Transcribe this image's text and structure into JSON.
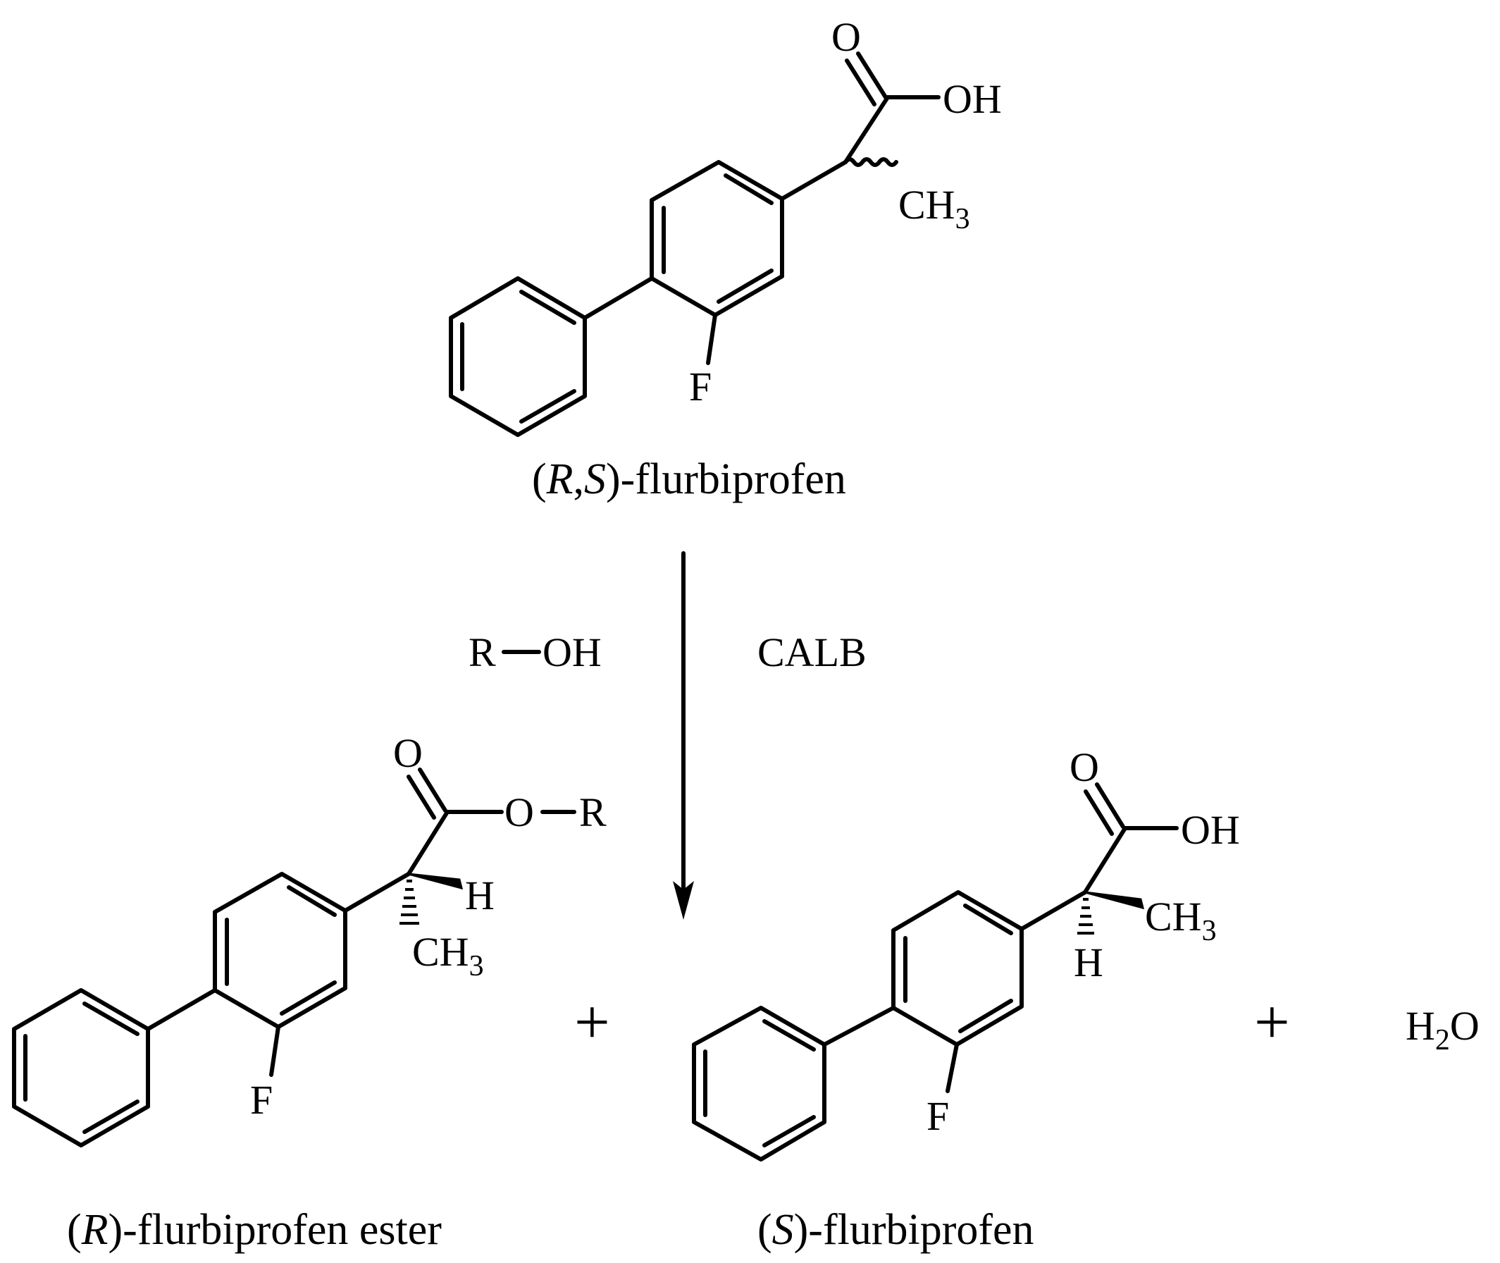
{
  "reactant": {
    "name_prefix": "(",
    "name_stereo_r": "R",
    "name_comma": ",",
    "name_stereo_s": "S",
    "name_suffix": ")-flurbiprofen",
    "atoms": {
      "o": "O",
      "oh": "OH",
      "ch": "CH",
      "three": "3",
      "f": "F"
    }
  },
  "conditions": {
    "r": "R",
    "oh": "OH",
    "catalyst": "CALB"
  },
  "product_ester": {
    "name_prefix": "(",
    "name_stereo": "R",
    "name_suffix": ")-flurbiprofen ester",
    "atoms": {
      "o": "O",
      "o_link": "O",
      "r": "R",
      "h": "H",
      "ch": "CH",
      "three": "3",
      "f": "F"
    }
  },
  "product_acid": {
    "name_prefix": "(",
    "name_stereo": "S",
    "name_suffix": ")-flurbiprofen",
    "atoms": {
      "o": "O",
      "oh": "OH",
      "ch": "CH",
      "three": "3",
      "h": "H",
      "f": "F"
    }
  },
  "byproduct": {
    "h": "H",
    "two": "2",
    "o": "O"
  },
  "operators": {
    "plus1": "+",
    "plus2": "+"
  }
}
